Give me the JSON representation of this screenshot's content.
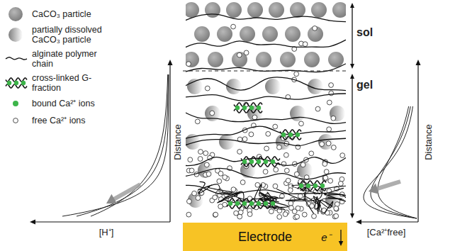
{
  "diagram": {
    "nodes": [
      {
        "text": [
          "Electrode",
          "e⁻"
        ]
      }
    ],
    "labels": [
      "sol",
      "gel",
      "Distance",
      "Distance",
      "[H⁺]",
      "[Ca²⁺free]"
    ],
    "legend": [
      {
        "text": "CaCO₃ particle"
      },
      {
        "text": "partially dissolved CaCO₃ particle"
      },
      {
        "text": "alginate polymer chain"
      },
      {
        "text": "cross-linked G-fraction"
      },
      {
        "text": "bound Ca²⁺ ions"
      },
      {
        "text": "free Ca²⁺ ions"
      }
    ]
  }
}
